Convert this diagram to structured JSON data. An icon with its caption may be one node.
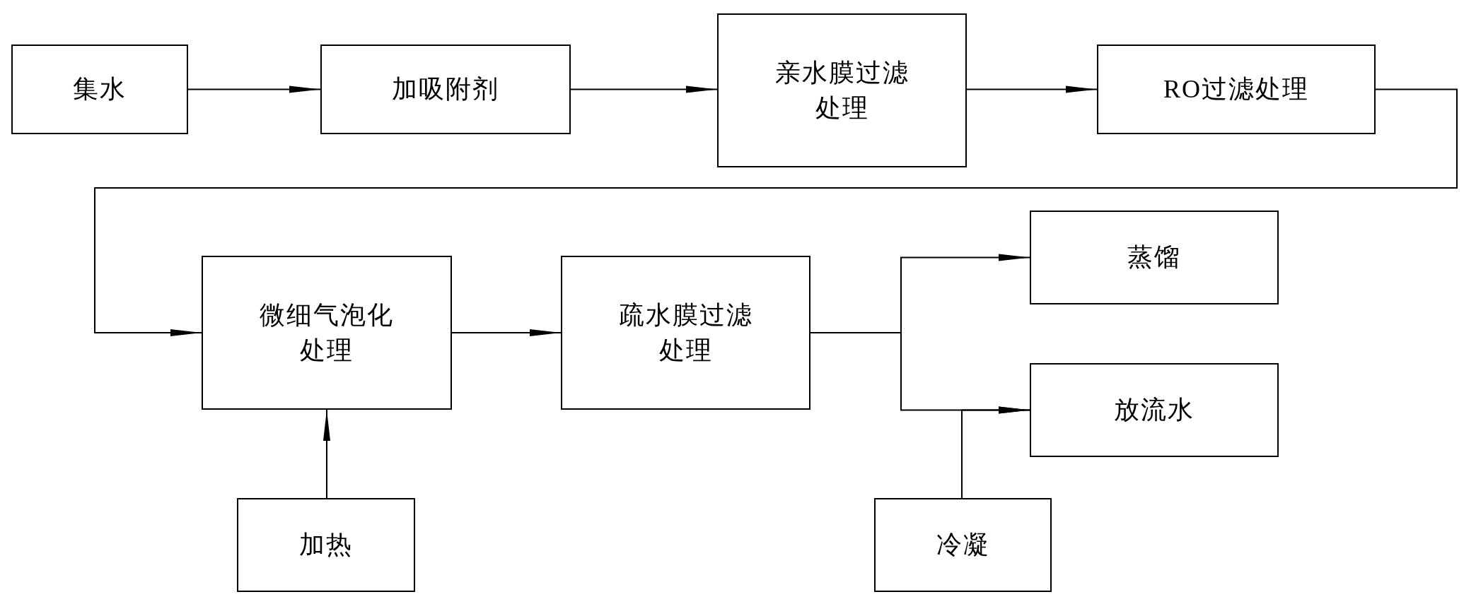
{
  "diagram": {
    "nodes": [
      {
        "text": [
          "集水"
        ]
      },
      {
        "text": [
          "加吸附剂"
        ]
      },
      {
        "text": [
          "亲水膜过滤处理"
        ]
      },
      {
        "text": [
          "RO过滤处理"
        ]
      },
      {
        "text": [
          "微细气泡化处理"
        ]
      },
      {
        "text": [
          "疏水膜过滤处理"
        ]
      },
      {
        "text": [
          "蒸馏"
        ]
      },
      {
        "text": [
          "放流水"
        ]
      },
      {
        "text": [
          "加热"
        ]
      },
      {
        "text": [
          "冷凝"
        ]
      }
    ],
    "edges": [
      {
        "from": 0,
        "to": 1,
        "arrow": "to"
      },
      {
        "from": 1,
        "to": 2,
        "arrow": "to"
      },
      {
        "from": 2,
        "to": 3,
        "arrow": "to"
      },
      {
        "from": 3,
        "to": 4,
        "arrow": "to"
      },
      {
        "from": 4,
        "to": 5,
        "arrow": "to"
      },
      {
        "from": 5,
        "to": 6,
        "arrow": "to"
      },
      {
        "from": 5,
        "to": 7,
        "arrow": "to"
      },
      {
        "from": 8,
        "to": 4,
        "arrow": "to"
      },
      {
        "from": 9,
        "to": 7,
        "arrow": "to"
      }
    ]
  }
}
